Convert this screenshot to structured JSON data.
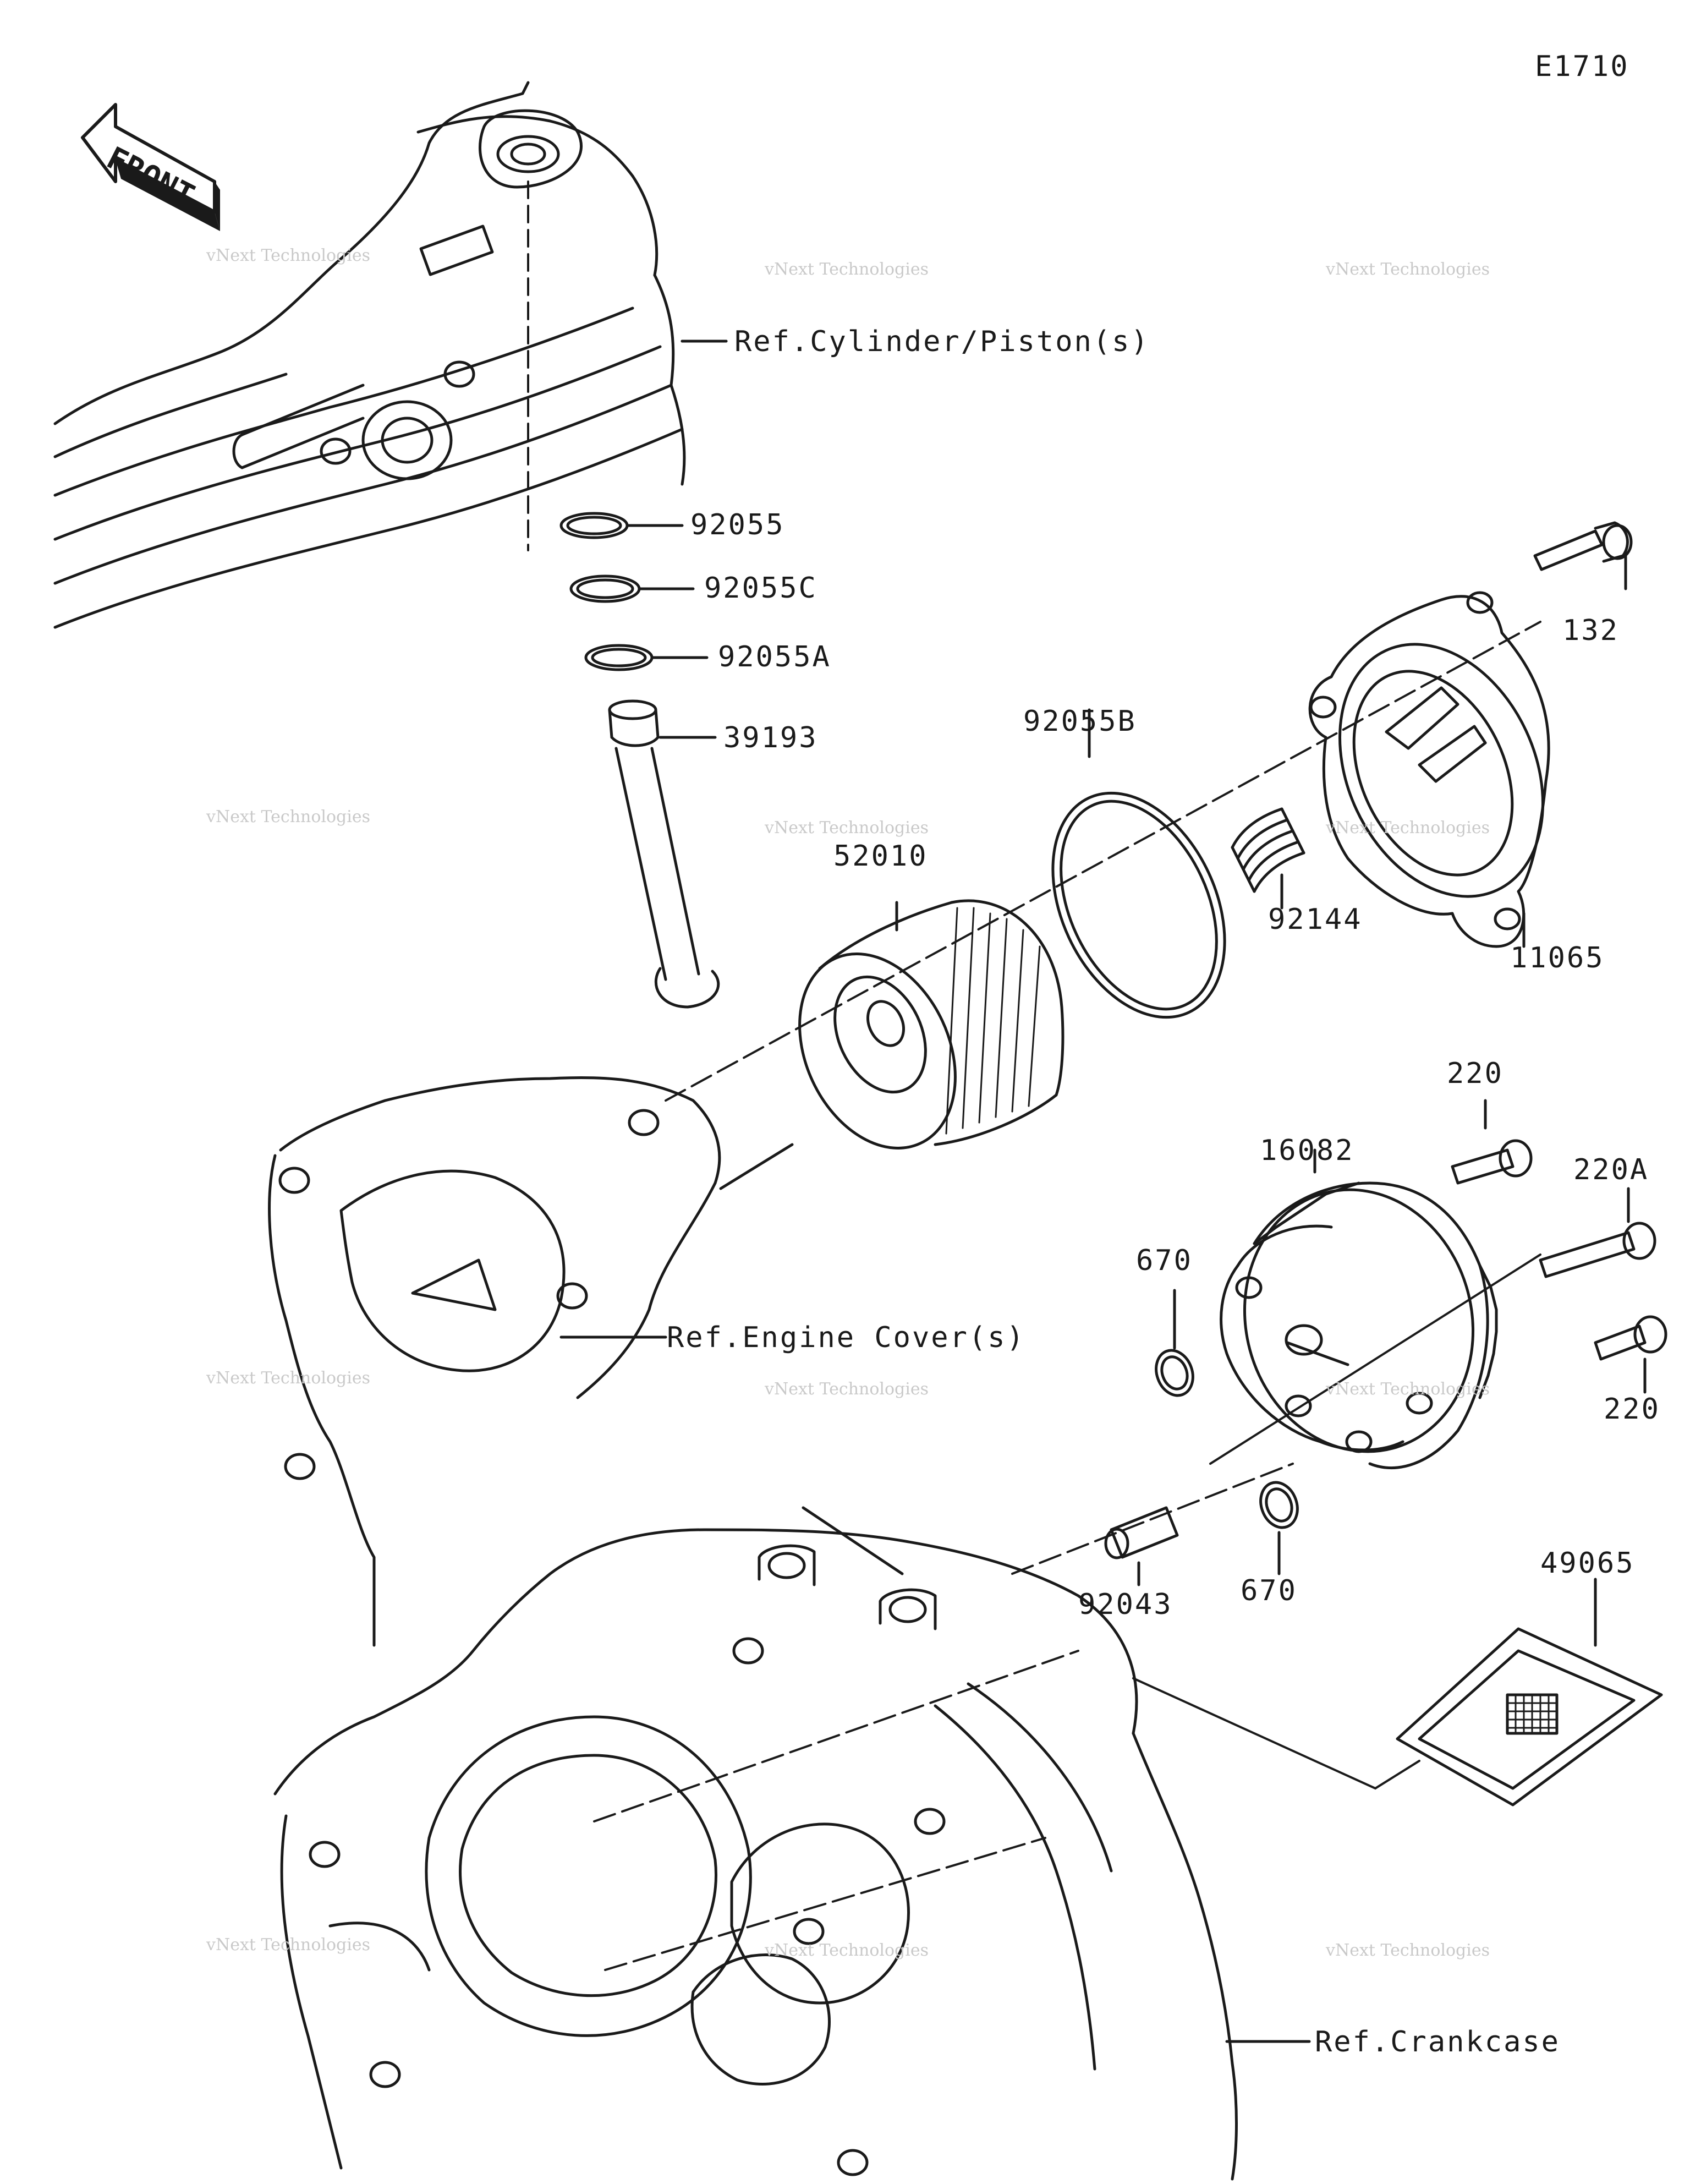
{
  "diagram_code": "E1710",
  "front_marker": "FRONT",
  "watermark": {
    "line1": "vNext Technologies",
    "line2": "vNext Technologies"
  },
  "references": {
    "cylinder": "Ref.Cylinder/Piston(s)",
    "engine_cover": "Ref.Engine Cover(s)",
    "crankcase": "Ref.Crankcase"
  },
  "parts": {
    "p92055": "92055",
    "p92055C": "92055C",
    "p92055A": "92055A",
    "p39193": "39193",
    "p92055B": "92055B",
    "p52010": "52010",
    "p132": "132",
    "p92144": "92144",
    "p11065": "11065",
    "p220_top": "220",
    "p16082": "16082",
    "p220A": "220A",
    "p670_left": "670",
    "p220_bottom": "220",
    "p92043": "92043",
    "p670_bottom": "670",
    "p49065": "49065"
  }
}
